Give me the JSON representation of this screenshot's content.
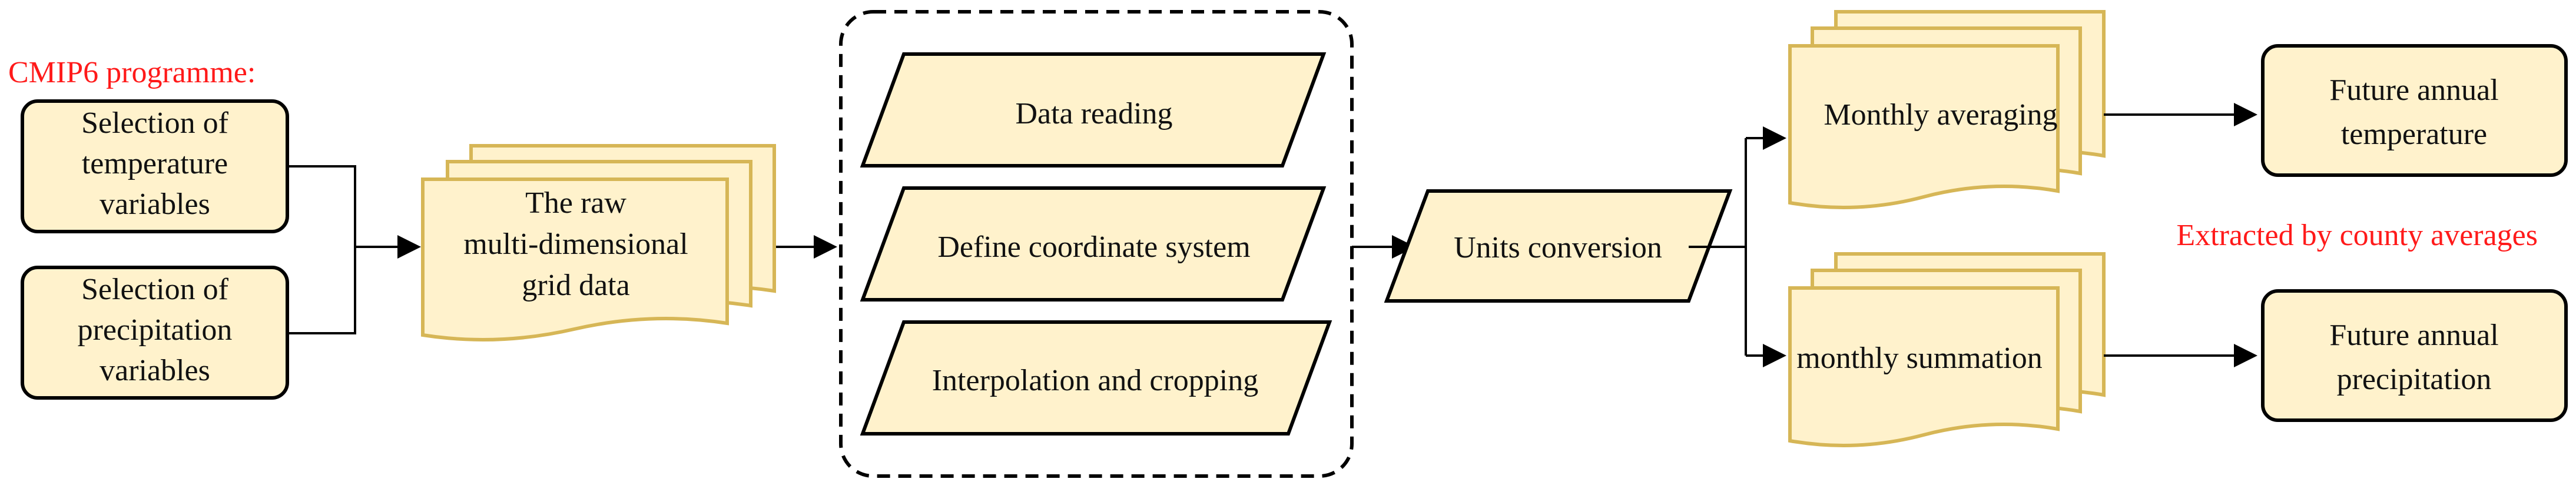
{
  "title": "CMIP6 programme:",
  "inputs": {
    "temperature": [
      "Selection of",
      "temperature",
      "variables"
    ],
    "precipitation": [
      "Selection of",
      "precipitation",
      "variables"
    ]
  },
  "raw_data": [
    "The raw",
    "multi-dimensional",
    "grid data"
  ],
  "processing_steps": [
    "Data reading",
    "Define coordinate system",
    "Interpolation and cropping"
  ],
  "conversion": "Units conversion",
  "aggregation": {
    "monthly_averaging": "Monthly averaging",
    "monthly_summation": "monthly summation"
  },
  "outputs": {
    "temperature": [
      "Future annual",
      "temperature"
    ],
    "precipitation": [
      "Future annual",
      "precipitation"
    ]
  },
  "annotation": "Extracted by county averages",
  "colors": {
    "fill": "#fff2cc",
    "document_border": "#d6b656",
    "border": "#000000",
    "annotation_text": "#ff1a1a"
  }
}
